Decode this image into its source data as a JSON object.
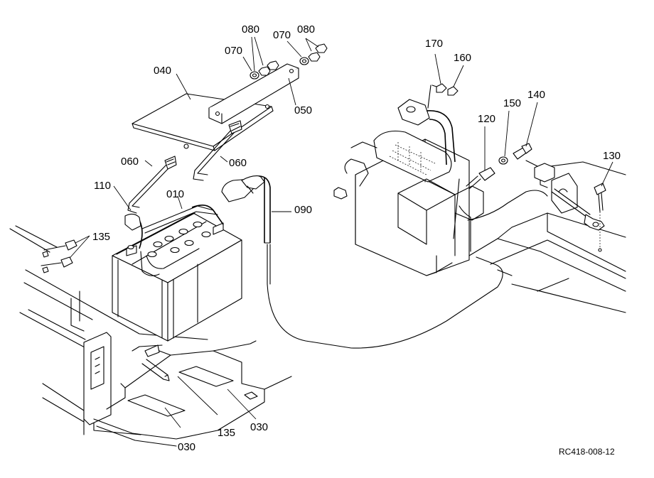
{
  "diagram": {
    "part_labels": [
      "080",
      "070",
      "070",
      "080",
      "040",
      "050",
      "060",
      "060",
      "110",
      "010",
      "090",
      "135",
      "135",
      "030",
      "030",
      "170",
      "160",
      "150",
      "140",
      "120",
      "130"
    ],
    "reference_code": "RC418-008-12"
  }
}
